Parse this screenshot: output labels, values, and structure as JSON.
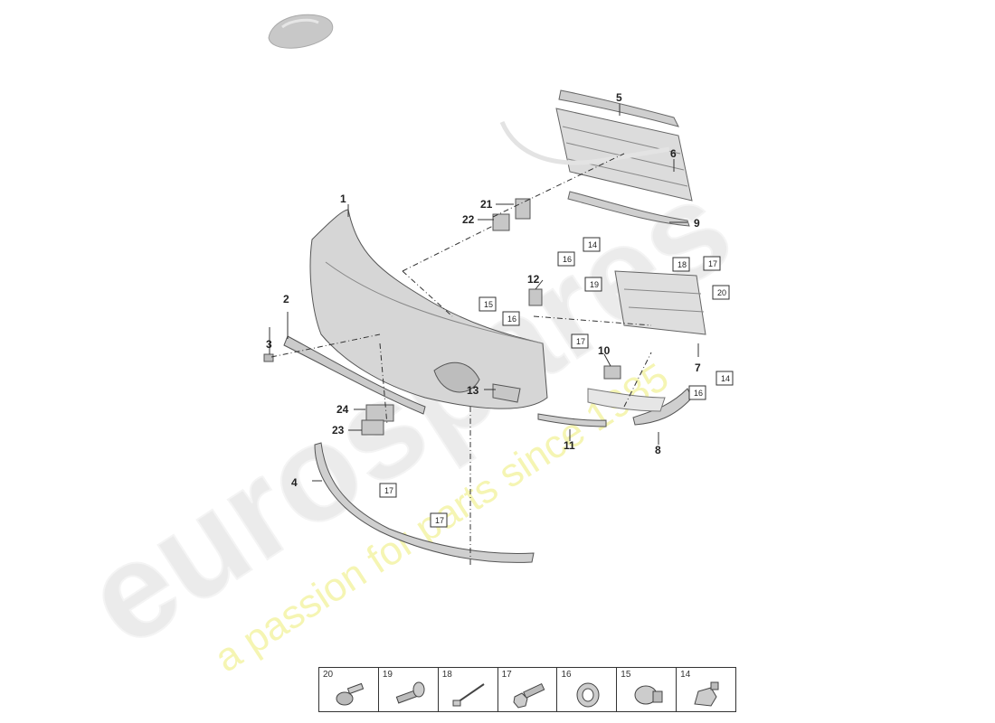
{
  "watermark": {
    "brand": "eurospares",
    "tagline": "a passion for parts since 1985"
  },
  "callouts": [
    {
      "id": "c1",
      "label": "1"
    },
    {
      "id": "c2",
      "label": "2"
    },
    {
      "id": "c3",
      "label": "3"
    },
    {
      "id": "c4",
      "label": "4"
    },
    {
      "id": "c5",
      "label": "5"
    },
    {
      "id": "c6",
      "label": "6"
    },
    {
      "id": "c7",
      "label": "7"
    },
    {
      "id": "c8",
      "label": "8"
    },
    {
      "id": "c9",
      "label": "9"
    },
    {
      "id": "c10",
      "label": "10"
    },
    {
      "id": "c11",
      "label": "11"
    },
    {
      "id": "c12",
      "label": "12"
    },
    {
      "id": "c13",
      "label": "13"
    },
    {
      "id": "c21",
      "label": "21"
    },
    {
      "id": "c22",
      "label": "22"
    },
    {
      "id": "c23",
      "label": "23"
    },
    {
      "id": "c24",
      "label": "24"
    }
  ],
  "boxed_refs": [
    {
      "id": "b14a",
      "label": "14"
    },
    {
      "id": "b16a",
      "label": "16"
    },
    {
      "id": "b15",
      "label": "15"
    },
    {
      "id": "b16b",
      "label": "16"
    },
    {
      "id": "b17a",
      "label": "17"
    },
    {
      "id": "b18",
      "label": "18"
    },
    {
      "id": "b17b",
      "label": "17"
    },
    {
      "id": "b19",
      "label": "19"
    },
    {
      "id": "b20",
      "label": "20"
    },
    {
      "id": "b14b",
      "label": "14"
    },
    {
      "id": "b16c",
      "label": "16"
    },
    {
      "id": "b17c",
      "label": "17"
    },
    {
      "id": "b17d",
      "label": "17"
    }
  ],
  "legend": [
    {
      "number": "20",
      "icon": "clip-nut-icon"
    },
    {
      "number": "19",
      "icon": "expansion-rivet-icon"
    },
    {
      "number": "18",
      "icon": "cable-tie-icon"
    },
    {
      "number": "17",
      "icon": "hex-bolt-icon"
    },
    {
      "number": "16",
      "icon": "spring-nut-icon"
    },
    {
      "number": "15",
      "icon": "sensor-holder-icon"
    },
    {
      "number": "14",
      "icon": "sensor-clip-icon"
    }
  ]
}
